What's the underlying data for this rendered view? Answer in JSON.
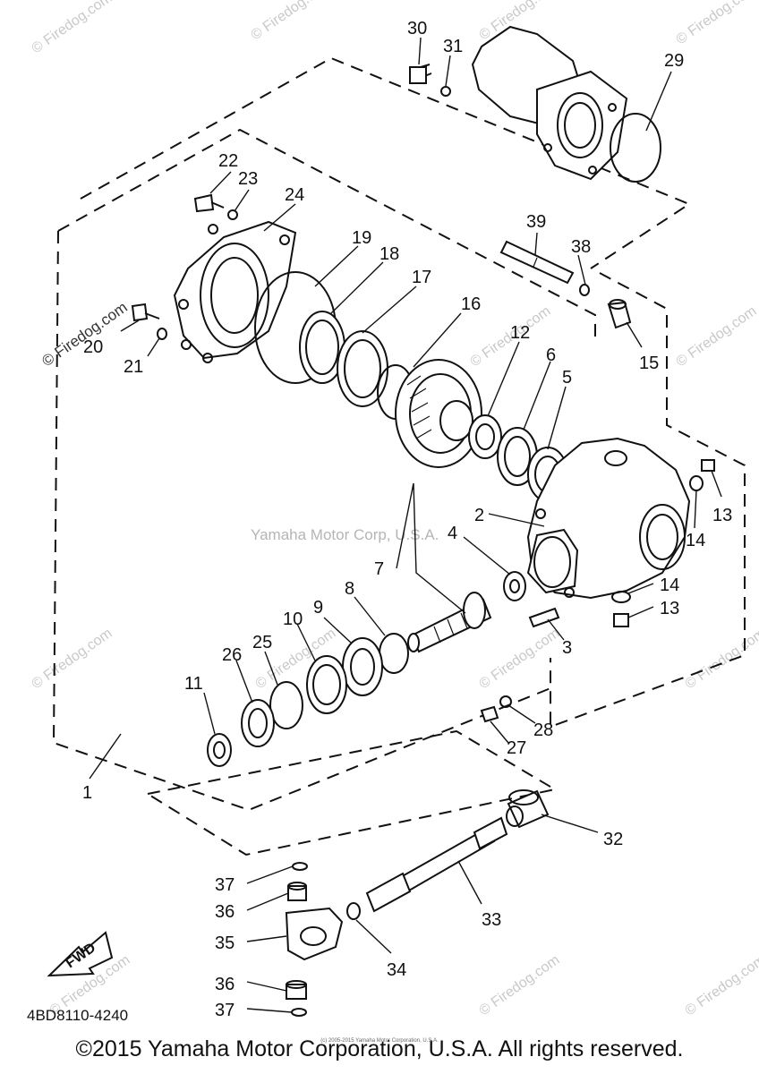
{
  "diagram": {
    "drawing_code": "4BD8110-4240",
    "direction_label": "FWD",
    "center_watermark": "Yamaha Motor Corp, U.S.A.",
    "watermark": "© Firedog.com",
    "copyright": "©2015 Yamaha Motor Corporation, U.S.A. All rights reserved.",
    "small_print": "(c) 2005-2015 Yamaha Motor Corporation, U.S.A.",
    "callouts": [
      "1",
      "2",
      "3",
      "4",
      "5",
      "6",
      "7",
      "8",
      "9",
      "10",
      "11",
      "12",
      "13",
      "13",
      "14",
      "14",
      "15",
      "16",
      "17",
      "18",
      "19",
      "20",
      "21",
      "22",
      "23",
      "24",
      "25",
      "26",
      "27",
      "28",
      "29",
      "30",
      "31",
      "32",
      "33",
      "34",
      "35",
      "36",
      "36",
      "37",
      "37",
      "38",
      "39"
    ]
  }
}
